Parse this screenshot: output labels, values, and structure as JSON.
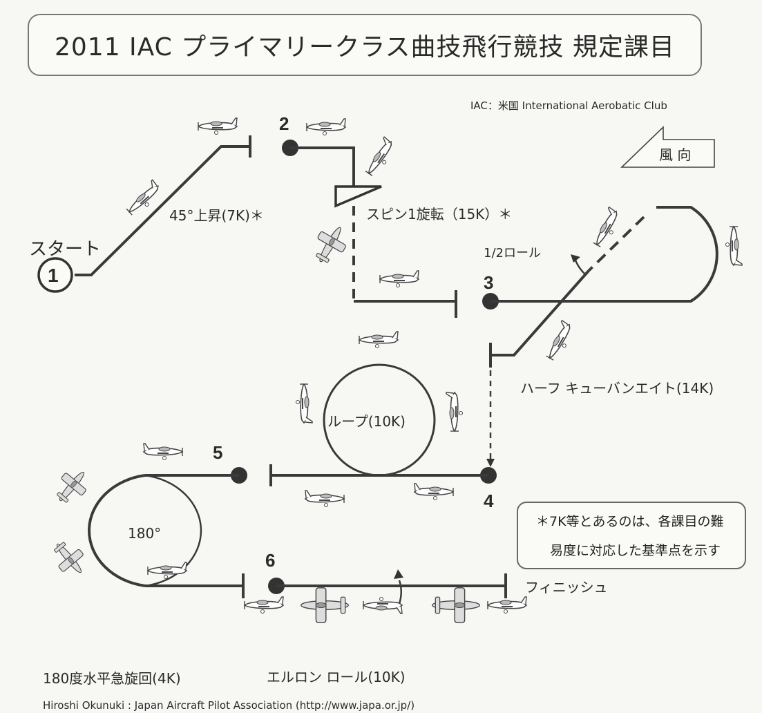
{
  "title": "2011 IAC プライマリークラス曲技飛行競技 規定課目",
  "iac_note": "IAC：米国 International Aerobatic Club",
  "wind": "風 向",
  "start": "スタート",
  "numbers": [
    "1",
    "2",
    "3",
    "4",
    "5",
    "6"
  ],
  "maneuvers": {
    "climb": "45°上昇(7K)＊",
    "spin": "スピン1旋転（15K）＊",
    "half_roll": "1/2ロール",
    "half_cuban": "ハーフ キューバンエイト(14K)",
    "loop": "ループ(10K)",
    "turn_angle": "180°",
    "turn": "180度水平急旋回(4K)",
    "aileron_roll": "エルロン ロール(10K)",
    "finish": "フィニッシュ"
  },
  "footnote": {
    "line1": "＊7K等とあるのは、各課目の難",
    "line2": "易度に対応した基準点を示す"
  },
  "credit": "Hiroshi Okunuki : Japan Aircraft Pilot Association (http://www.japa.or.jp/)"
}
